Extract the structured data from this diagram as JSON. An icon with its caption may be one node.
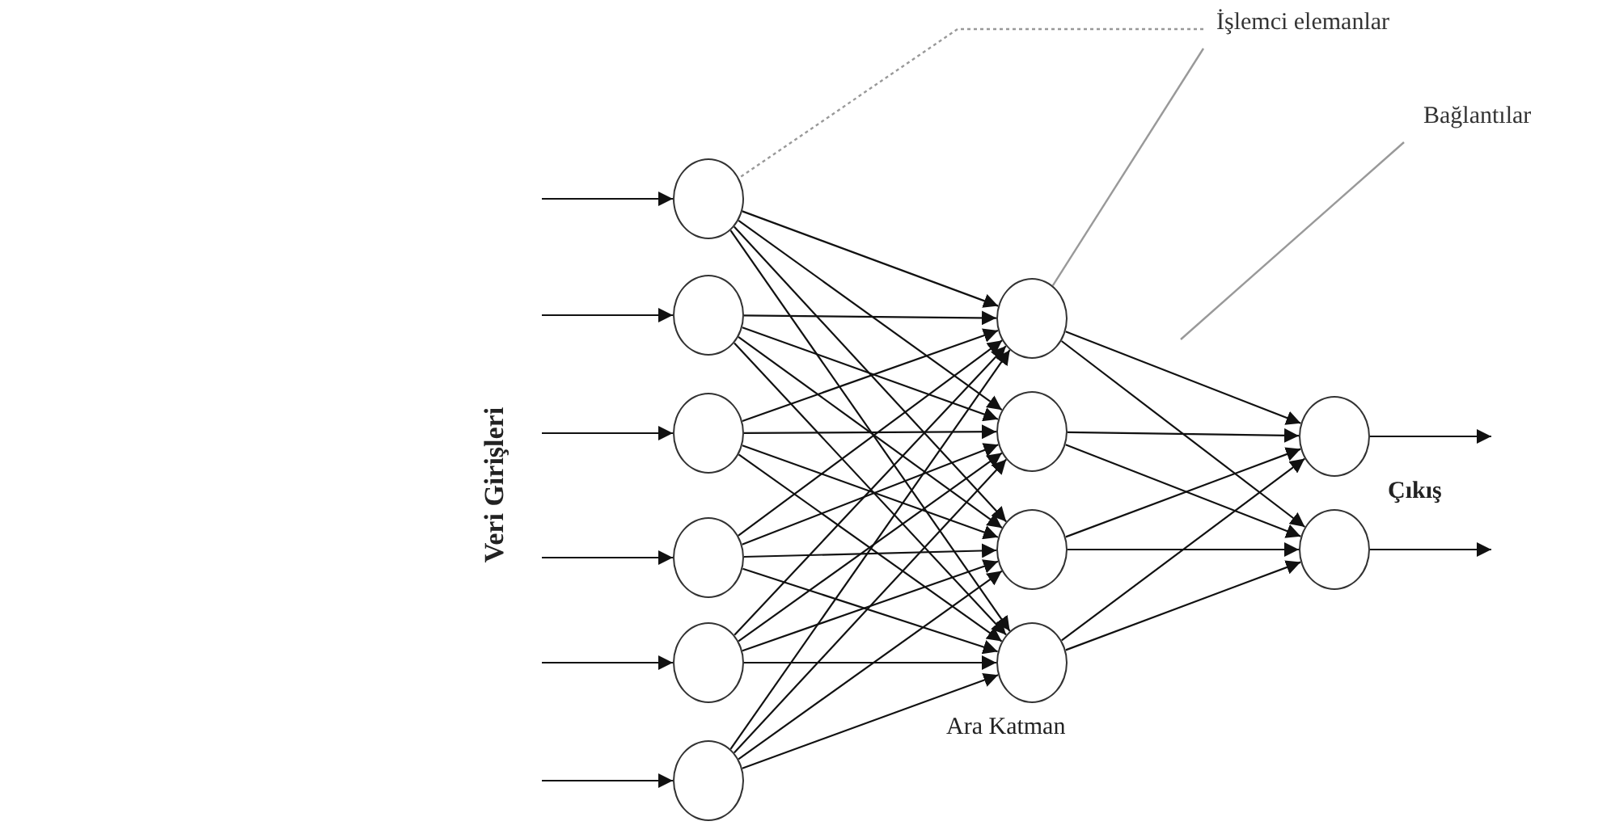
{
  "diagram": {
    "nodes": [
      {
        "text": [],
        "shape": "circle"
      },
      {
        "text": [],
        "shape": "circle"
      },
      {
        "text": [],
        "shape": "circle"
      },
      {
        "text": [],
        "shape": "circle"
      },
      {
        "text": [],
        "shape": "circle"
      },
      {
        "text": [],
        "shape": "circle"
      },
      {
        "text": [],
        "shape": "circle"
      },
      {
        "text": [],
        "shape": "circle"
      },
      {
        "text": [],
        "shape": "circle"
      },
      {
        "text": [],
        "shape": "circle"
      },
      {
        "text": [],
        "shape": "circle"
      },
      {
        "text": [],
        "shape": "circle"
      },
      {
        "text": [
          "İşlemci elemanlar"
        ]
      },
      {
        "text": [
          "Bağlantılar"
        ]
      }
    ],
    "edges": [
      {
        "from": null,
        "to": 0,
        "arrow": "to"
      },
      {
        "from": null,
        "to": 1,
        "arrow": "to"
      },
      {
        "from": null,
        "to": 2,
        "arrow": "to"
      },
      {
        "from": null,
        "to": 3,
        "arrow": "to"
      },
      {
        "from": null,
        "to": 4,
        "arrow": "to"
      },
      {
        "from": null,
        "to": 5,
        "arrow": "to"
      },
      {
        "from": 0,
        "to": 6,
        "arrow": "to"
      },
      {
        "from": 0,
        "to": 7,
        "arrow": "to"
      },
      {
        "from": 0,
        "to": 8,
        "arrow": "to"
      },
      {
        "from": 0,
        "to": 9,
        "arrow": "to"
      },
      {
        "from": 1,
        "to": 6,
        "arrow": "to"
      },
      {
        "from": 1,
        "to": 7,
        "arrow": "to"
      },
      {
        "from": 1,
        "to": 8,
        "arrow": "to"
      },
      {
        "from": 1,
        "to": 9,
        "arrow": "to"
      },
      {
        "from": 2,
        "to": 6,
        "arrow": "to"
      },
      {
        "from": 2,
        "to": 7,
        "arrow": "to"
      },
      {
        "from": 2,
        "to": 8,
        "arrow": "to"
      },
      {
        "from": 2,
        "to": 9,
        "arrow": "to"
      },
      {
        "from": 3,
        "to": 6,
        "arrow": "to"
      },
      {
        "from": 3,
        "to": 7,
        "arrow": "to"
      },
      {
        "from": 3,
        "to": 8,
        "arrow": "to"
      },
      {
        "from": 3,
        "to": 9,
        "arrow": "to"
      },
      {
        "from": 4,
        "to": 6,
        "arrow": "to"
      },
      {
        "from": 4,
        "to": 7,
        "arrow": "to"
      },
      {
        "from": 4,
        "to": 8,
        "arrow": "to"
      },
      {
        "from": 4,
        "to": 9,
        "arrow": "to"
      },
      {
        "from": 5,
        "to": 6,
        "arrow": "to"
      },
      {
        "from": 5,
        "to": 7,
        "arrow": "to"
      },
      {
        "from": 5,
        "to": 8,
        "arrow": "to"
      },
      {
        "from": 5,
        "to": 9,
        "arrow": "to"
      },
      {
        "from": 6,
        "to": 10,
        "arrow": "to"
      },
      {
        "from": 6,
        "to": 11,
        "arrow": "to"
      },
      {
        "from": 7,
        "to": 10,
        "arrow": "to"
      },
      {
        "from": 7,
        "to": 11,
        "arrow": "to"
      },
      {
        "from": 8,
        "to": 10,
        "arrow": "to"
      },
      {
        "from": 8,
        "to": 11,
        "arrow": "to"
      },
      {
        "from": 9,
        "to": 10,
        "arrow": "to"
      },
      {
        "from": 9,
        "to": 11,
        "arrow": "to"
      },
      {
        "from": 10,
        "to": null,
        "arrow": "to"
      },
      {
        "from": 11,
        "to": null,
        "arrow": "to"
      },
      {
        "from": 12,
        "to": 0,
        "arrow": "none",
        "style": "dashed",
        "color": "#999999"
      },
      {
        "from": 12,
        "to": 6,
        "arrow": "none",
        "color": "#999999"
      },
      {
        "from": 13,
        "to": null,
        "arrow": "none",
        "color": "#999999"
      }
    ],
    "labels": [
      "Veri Girişleri",
      "Ara Katman",
      "Çıkış"
    ]
  }
}
